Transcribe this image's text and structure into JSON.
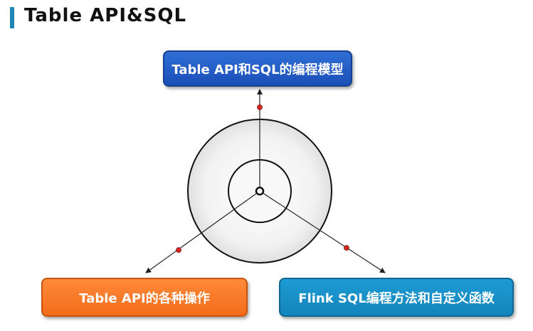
{
  "page": {
    "title": "Table API&SQL"
  },
  "diagram": {
    "nodes": {
      "top": "Table API和SQL的编程模型",
      "left": "Table API的各种操作",
      "right": "Flink SQL编程方法和自定义函数"
    }
  },
  "colors": {
    "accent_bar": "#1f86b6",
    "node_top": "#1b4fb8",
    "node_left": "#f26c1b",
    "node_right": "#1484bc",
    "connector_dot": "#d7261e"
  }
}
